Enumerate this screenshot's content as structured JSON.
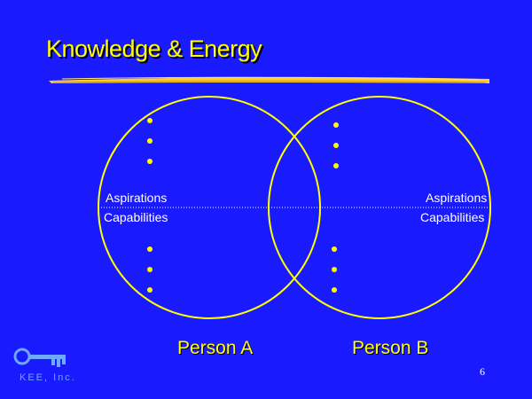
{
  "slide": {
    "title": "Knowledge & Energy",
    "page_number": "6"
  },
  "person_a": {
    "name": "Person A",
    "top_label": "Aspirations",
    "bottom_label": "Capabilities"
  },
  "person_b": {
    "name": "Person B",
    "top_label": "Aspirations",
    "bottom_label": "Capabilities"
  },
  "logo": {
    "text": "KEE, Inc.",
    "icon": "key-icon"
  },
  "colors": {
    "background": "#1a1aff",
    "title": "#ffff00",
    "circle": "#ffff00",
    "text": "#ffffff",
    "bullet": "#ffff00"
  }
}
